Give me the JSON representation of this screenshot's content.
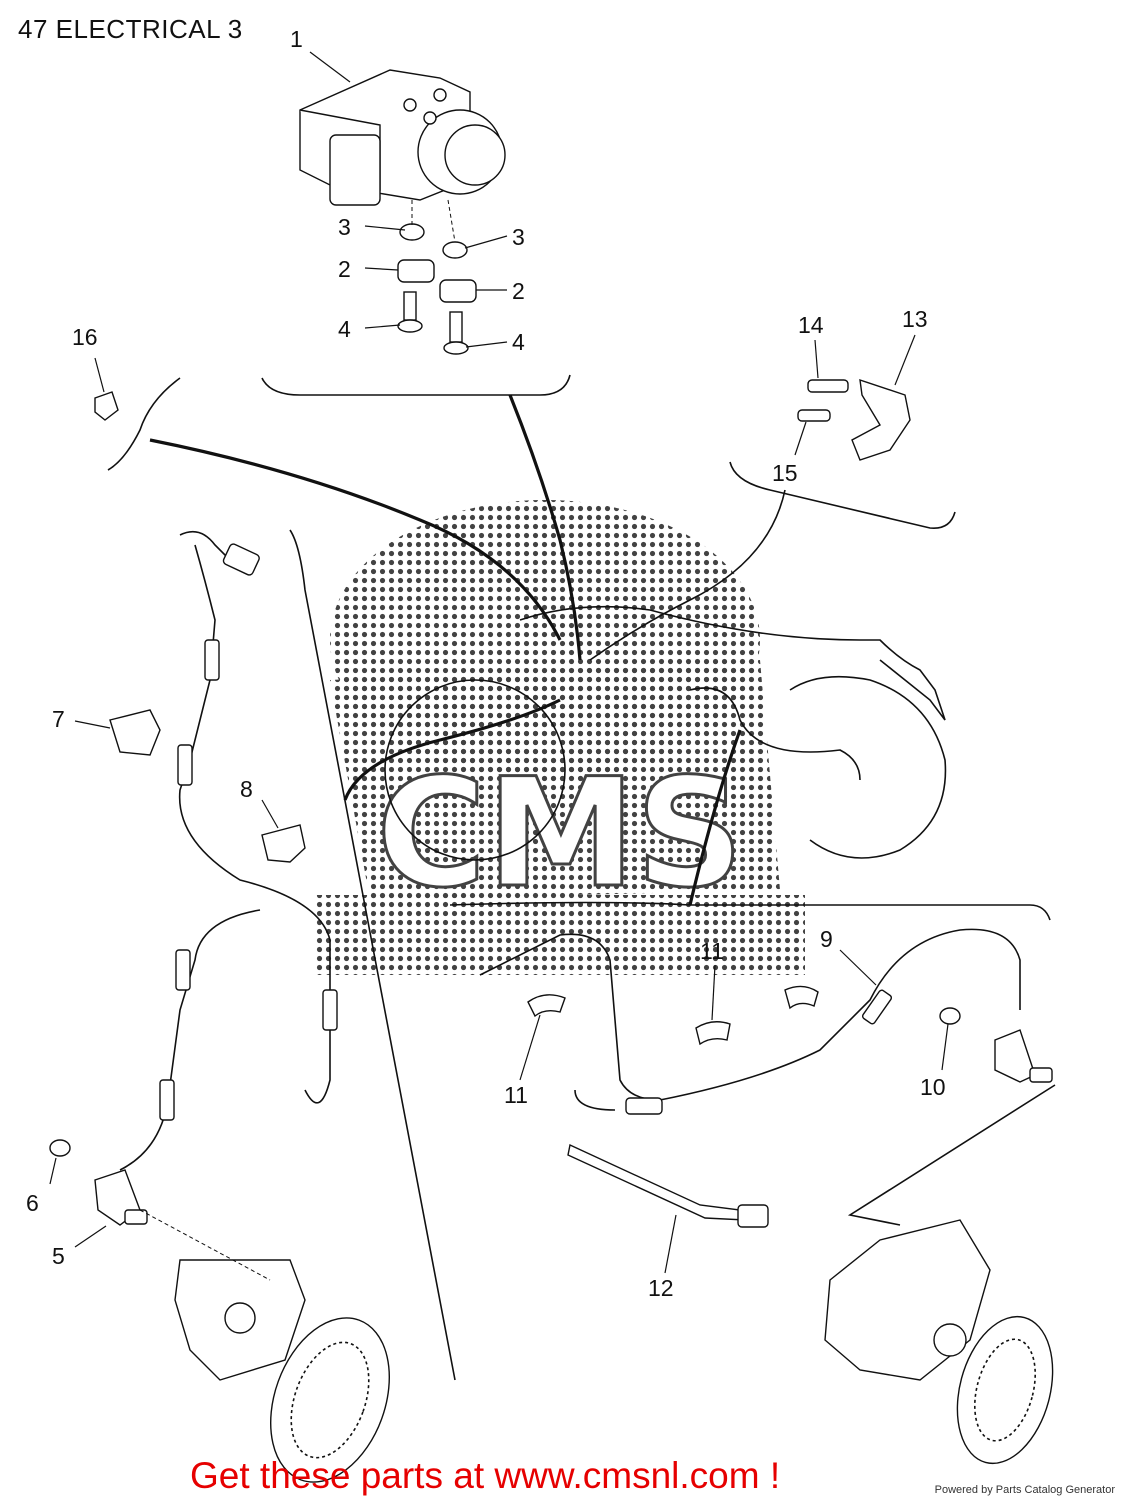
{
  "page_title": "47 ELECTRICAL 3",
  "callouts": {
    "n1": "1",
    "n2a": "2",
    "n2b": "2",
    "n3a": "3",
    "n3b": "3",
    "n4a": "4",
    "n4b": "4",
    "n5": "5",
    "n6": "6",
    "n7": "7",
    "n8": "8",
    "n9": "9",
    "n10": "10",
    "n11a": "11",
    "n11b": "11",
    "n12": "12",
    "n13": "13",
    "n14": "14",
    "n15": "15",
    "n16": "16"
  },
  "watermark_text": "CMS",
  "footer": {
    "promo": "Get these parts at www.cmsnl.com !",
    "credit": "Powered by Parts Catalog Generator"
  }
}
